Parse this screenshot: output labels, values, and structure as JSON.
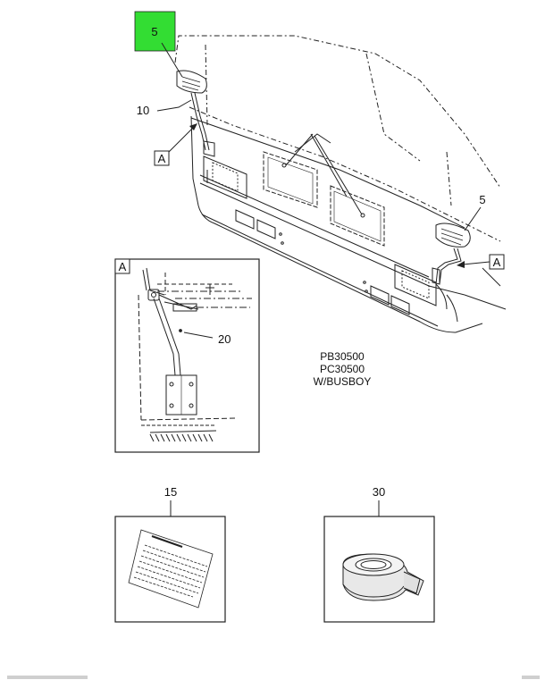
{
  "callouts": {
    "c5_highlight": "5",
    "c10": "10",
    "a_left": "A",
    "c5_right": "5",
    "a_right": "A",
    "detail_a": "A",
    "c20": "20",
    "c15": "15",
    "c30": "30"
  },
  "applicability": {
    "line1": "PB30500",
    "line2": "PC30500",
    "line3": "W/BUSBOY"
  },
  "colors": {
    "highlight": "#33dd33",
    "line": "#222222"
  }
}
